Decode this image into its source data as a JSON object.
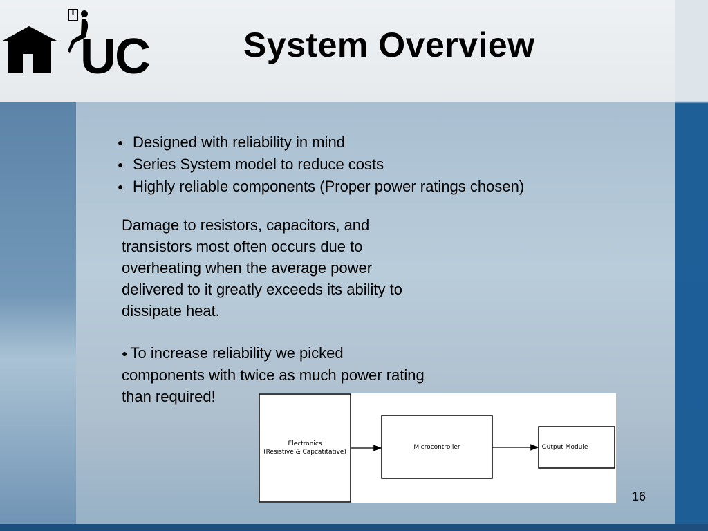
{
  "slide": {
    "title": "System Overview",
    "bullets": [
      "Designed with reliability in mind",
      "Series System model to reduce costs",
      "Highly reliable components (Proper power ratings chosen)"
    ],
    "paragraph": [
      "Damage to resistors, capacitors, and",
      "transistors most often occurs due to",
      "overheating when the average power",
      "delivered to it greatly exceeds its ability to",
      "dissipate heat."
    ],
    "note": [
      "To increase reliability we picked",
      "components with twice as much power rating",
      "than required!"
    ],
    "bullet_glyph": "●",
    "page_number": "16"
  },
  "diagram": {
    "blocks": {
      "electronics_line1": "Electronics",
      "electronics_line2": "(Resistive & Capcatitative)",
      "microcontroller": "Microcontroller",
      "output_module": "Output Module"
    }
  },
  "logo": {
    "letters": "UC",
    "icons": [
      "house-icon",
      "seated-figure-icon"
    ]
  },
  "colors": {
    "header_band": "#e6eaed",
    "panel": "#b0c4d5",
    "accent_blue": "#1d5e97",
    "text": "#000000"
  }
}
